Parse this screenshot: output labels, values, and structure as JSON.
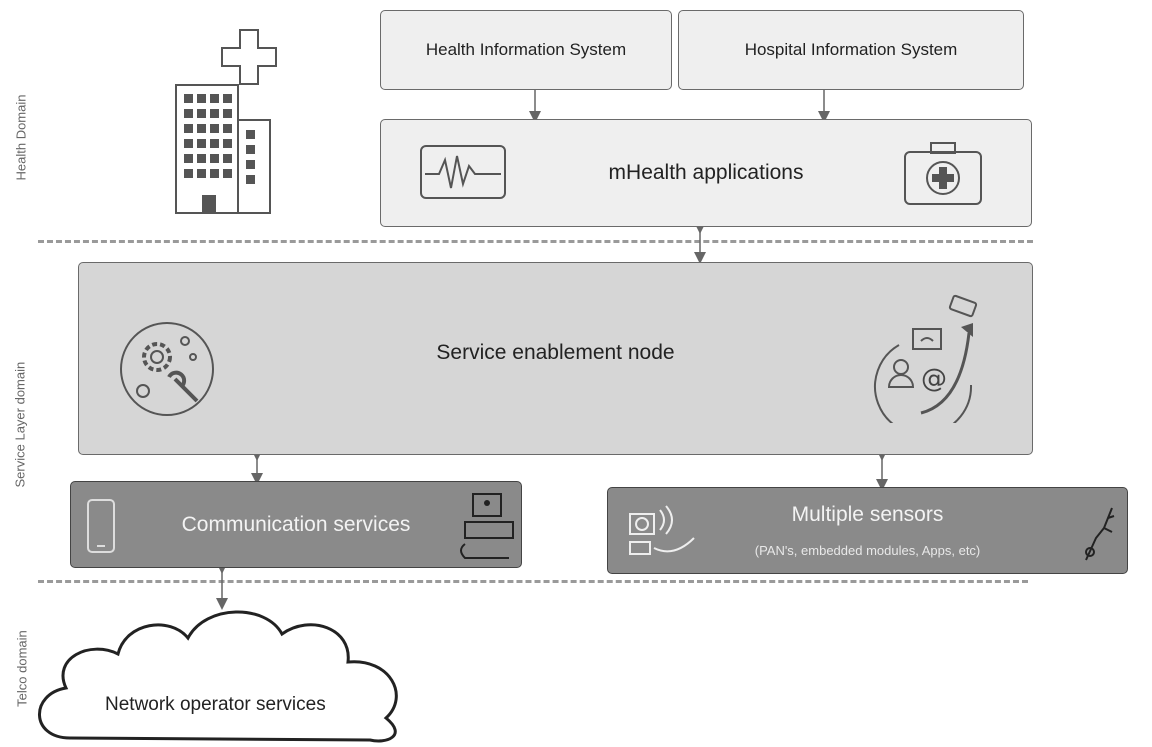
{
  "domains": {
    "health": "Health Domain",
    "service": "Service Layer  domain",
    "telco": "Telco domain"
  },
  "boxes": {
    "health_info_system": "Health Information System",
    "hospital_info_system": "Hospital Information System",
    "mhealth_apps": "mHealth applications",
    "service_node": "Service enablement node",
    "communication": "Communication services",
    "sensors_title": "Multiple sensors",
    "sensors_subtitle": "(PAN's, embedded modules, Apps, etc)",
    "network_operator": "Network operator services"
  },
  "colors": {
    "light_box": "#efefef",
    "mid_box": "#d6d6d6",
    "dark_box": "#8a8a8a",
    "border": "#6a6a6a"
  },
  "icons": [
    "hospital-building-icon",
    "medical-cross-icon",
    "heart-monitor-icon",
    "first-aid-kit-icon",
    "gear-wrench-icon",
    "user-network-icon",
    "mobile-phone-icon",
    "desktop-computer-icon",
    "sensor-device-icon",
    "tool-probe-icon"
  ]
}
